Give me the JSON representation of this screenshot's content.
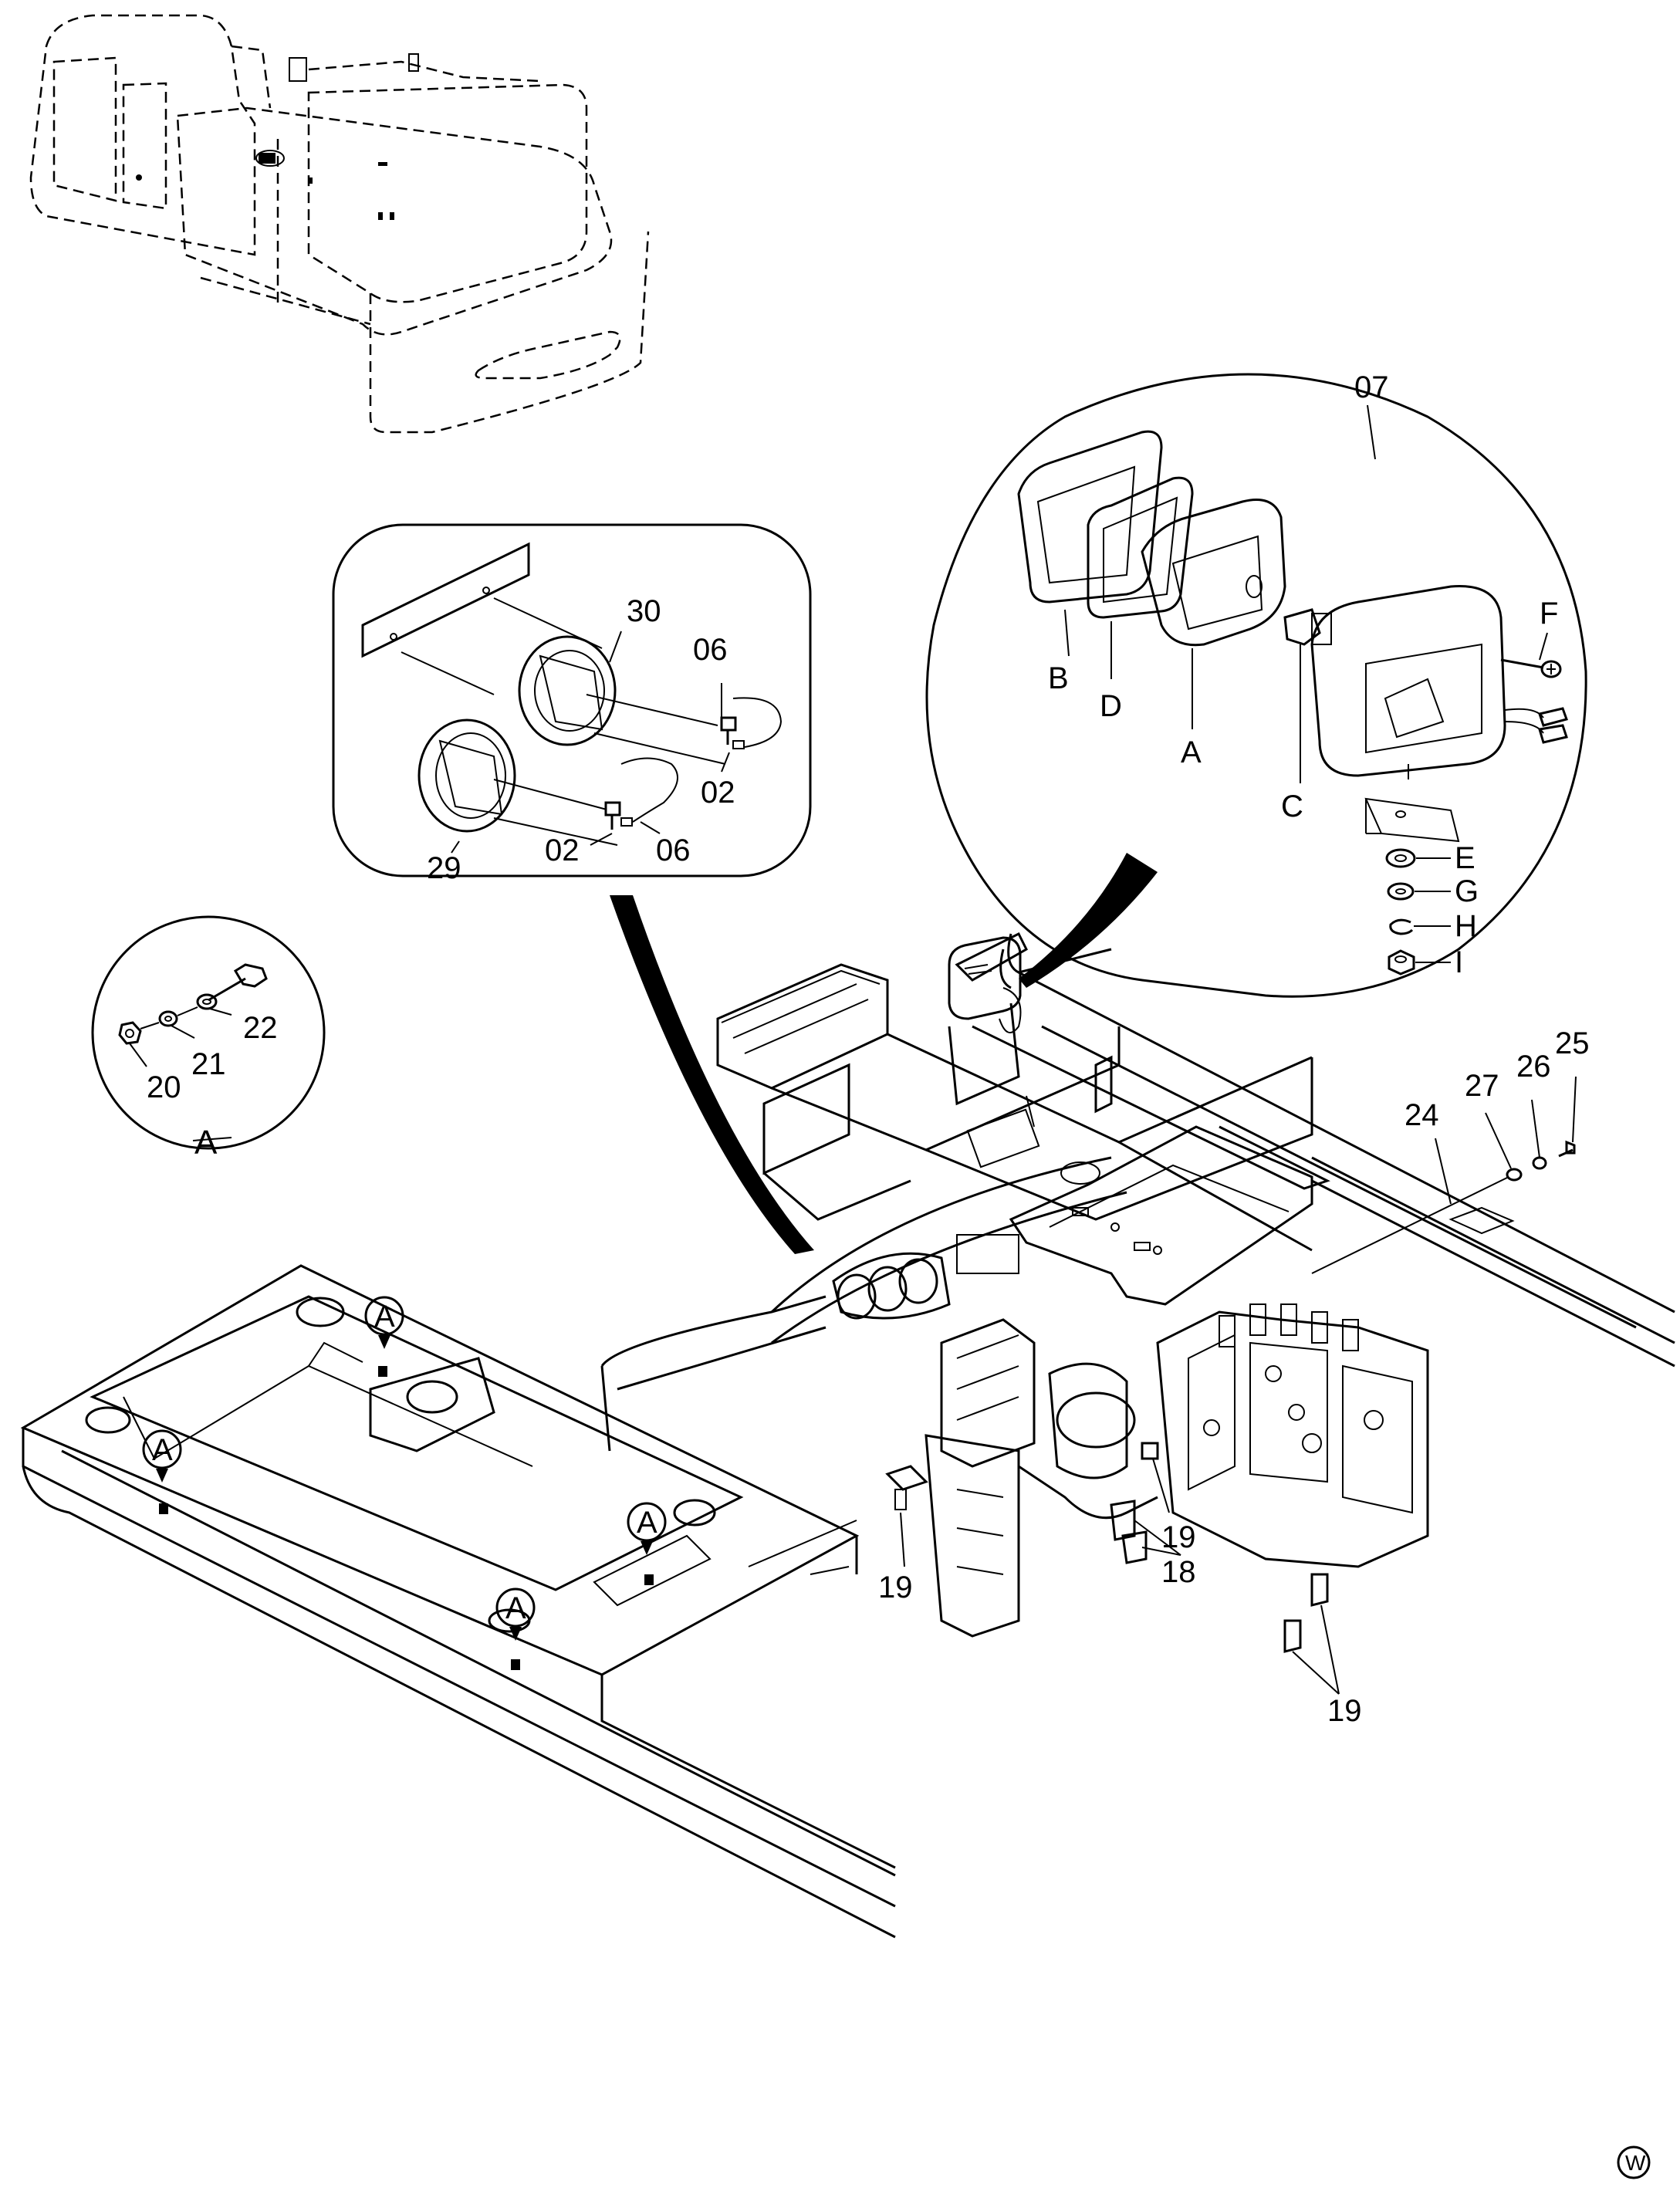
{
  "labels": {
    "circle_a_title": "A",
    "p20": "20",
    "p21": "21",
    "p22": "22",
    "p30": "30",
    "p06a": "06",
    "p02a": "02",
    "p02b": "02",
    "p06b": "06",
    "p29": "29",
    "p07": "07",
    "B": "B",
    "D": "D",
    "A": "A",
    "C": "C",
    "F": "F",
    "E": "E",
    "G": "G",
    "H": "H",
    "I": "I",
    "p24": "24",
    "p27": "27",
    "p26": "26",
    "p25": "25",
    "p19a": "19",
    "p19b": "19",
    "p18": "18",
    "p19c": "19",
    "callout1": "A",
    "callout2": "A",
    "callout3": "A",
    "callout4": "A",
    "watermark": "W"
  }
}
